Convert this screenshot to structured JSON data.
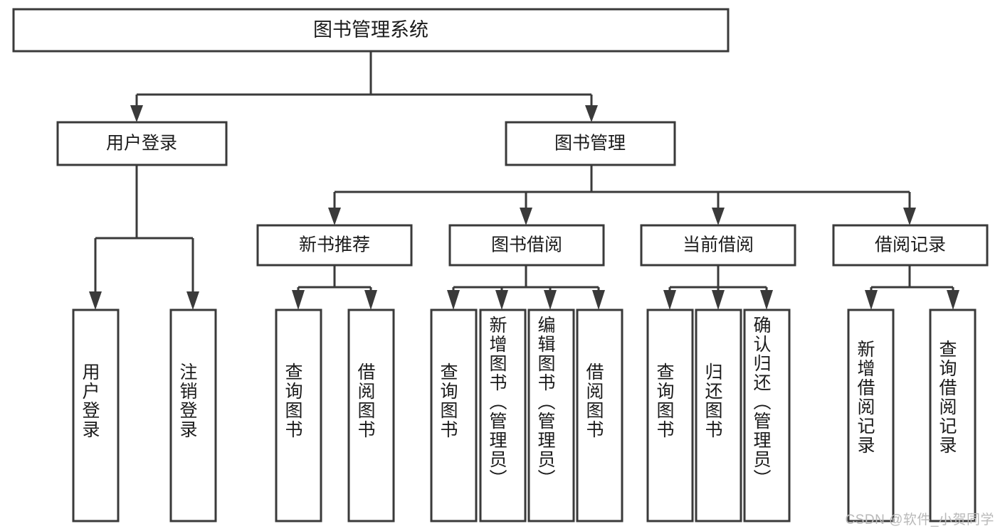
{
  "diagram": {
    "type": "tree-hierarchy",
    "title": "图书管理系统",
    "watermark": "CSDN @软件_小贺同学",
    "colors": {
      "box_stroke": "#3a3a3a",
      "box_fill": "#ffffff",
      "text": "#1b1b1b",
      "background": "#ffffff",
      "watermark": "#b9b9b9"
    },
    "levels": {
      "root": {
        "label": "图书管理系统"
      },
      "level1": [
        {
          "label": "用户登录"
        },
        {
          "label": "图书管理"
        }
      ],
      "level2": [
        {
          "label": "新书推荐"
        },
        {
          "label": "图书借阅"
        },
        {
          "label": "当前借阅"
        },
        {
          "label": "借阅记录"
        }
      ],
      "leaves": {
        "user_login": [
          {
            "label": "用户登录"
          },
          {
            "label": "注销登录"
          }
        ],
        "new_book_recommend": [
          {
            "label": "查询图书"
          },
          {
            "label": "借阅图书"
          }
        ],
        "book_borrow": [
          {
            "label": "查询图书"
          },
          {
            "label": "新增图书（管理员）"
          },
          {
            "label": "编辑图书（管理员）"
          },
          {
            "label": "借阅图书"
          }
        ],
        "current_borrow": [
          {
            "label": "查询图书"
          },
          {
            "label": "归还图书"
          },
          {
            "label": "确认归还（管理员）"
          }
        ],
        "borrow_record": [
          {
            "label": "新增借阅记录"
          },
          {
            "label": "查询借阅记录"
          }
        ]
      }
    }
  }
}
